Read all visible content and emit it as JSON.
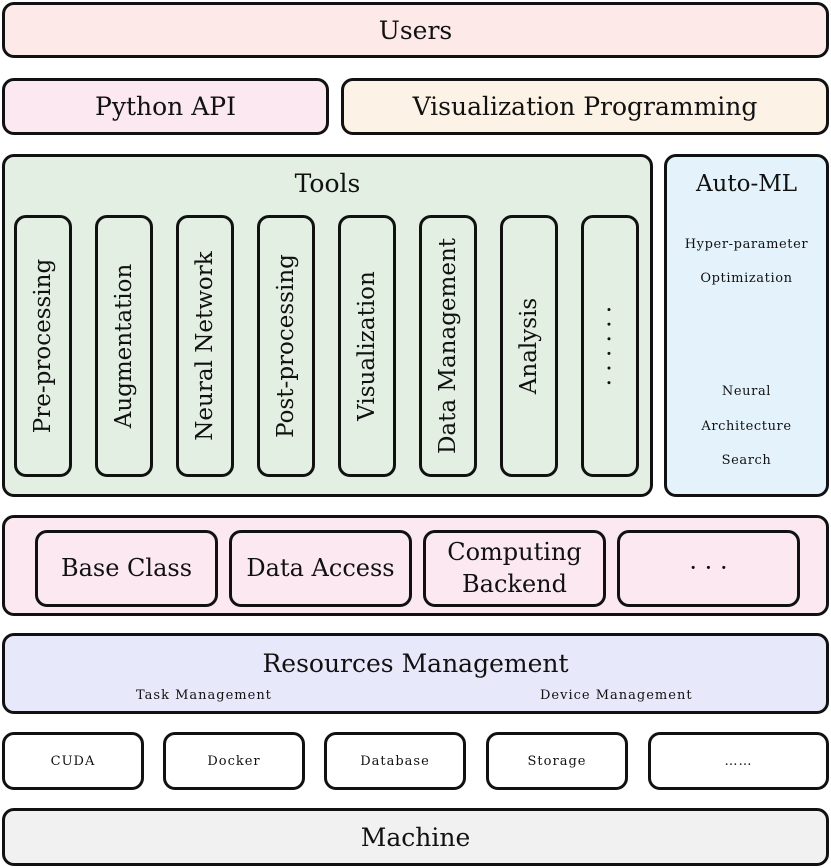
{
  "users": "Users",
  "python_api": "Python API",
  "visualization_programming": "Visualization Programming",
  "tools": {
    "title": "Tools",
    "items": [
      "Pre-processing",
      "Augmentation",
      "Neural Network",
      "Post-processing",
      "Visualization",
      "Data Management",
      "Analysis",
      "· · · · · ·"
    ]
  },
  "automl": {
    "title": "Auto-ML",
    "hpo": [
      "Hyper-parameter",
      "Optimization"
    ],
    "nas": [
      "Neural",
      "Architecture",
      "Search"
    ]
  },
  "core": [
    {
      "lines": [
        "Base Class"
      ]
    },
    {
      "lines": [
        "Data Access"
      ]
    },
    {
      "lines": [
        "Computing",
        "Backend"
      ]
    },
    {
      "lines": [
        "· · ·"
      ]
    }
  ],
  "resources": {
    "title": "Resources Management",
    "task": "Task Management",
    "device": "Device Management"
  },
  "infrastructure": [
    "CUDA",
    "Docker",
    "Database",
    "Storage",
    "……"
  ],
  "machine": "Machine"
}
